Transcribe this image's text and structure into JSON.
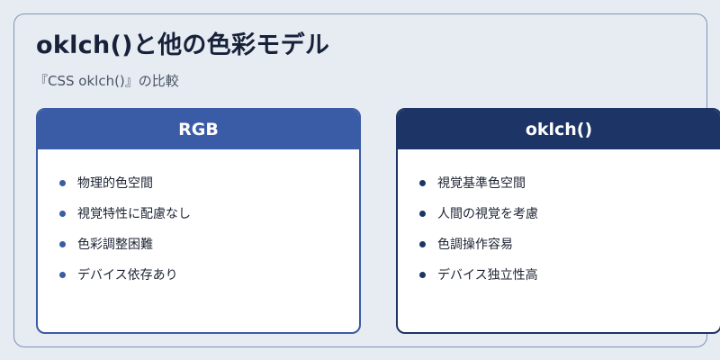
{
  "title": "oklch()と他の色彩モデル",
  "subtitle": "『CSS oklch()』の比較",
  "cards": [
    {
      "heading": "RGB",
      "items": [
        "物理的色空間",
        "視覚特性に配慮なし",
        "色彩調整困難",
        "デバイス依存あり"
      ]
    },
    {
      "heading": "oklch()",
      "items": [
        "視覚基準色空間",
        "人間の視覚を考慮",
        "色調操作容易",
        "デバイス独立性高"
      ]
    }
  ],
  "colors": {
    "background": "#e7ecf2",
    "rgb_accent": "#3a5ba5",
    "oklch_accent": "#1d3566",
    "frame_border": "#7d92b8"
  }
}
